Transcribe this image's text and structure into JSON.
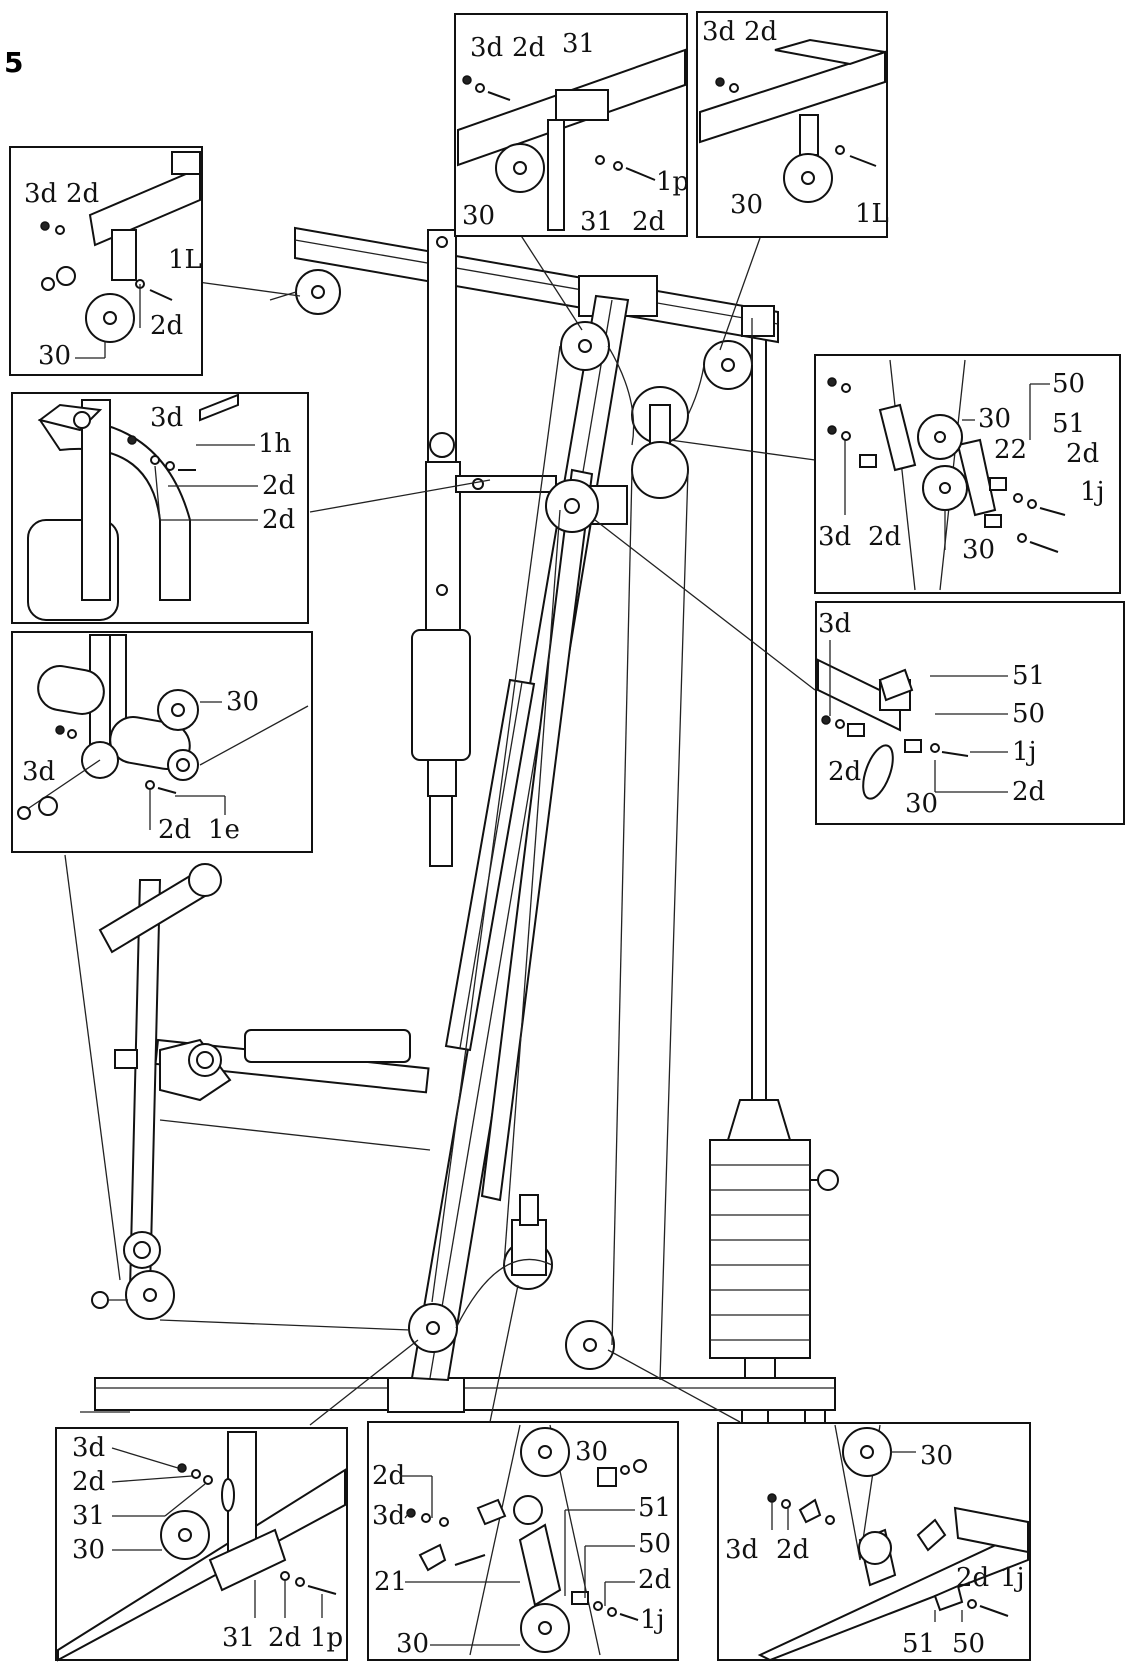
{
  "step_number": "5",
  "callouts": {
    "top_left": [
      "3d",
      "2d",
      "1L",
      "2d",
      "30"
    ],
    "top_mid": [
      "3d",
      "2d",
      "31",
      "1p",
      "30",
      "31",
      "2d"
    ],
    "top_right": [
      "3d",
      "2d",
      "30",
      "1L"
    ],
    "seat_arm": [
      "3d",
      "1h",
      "2d",
      "2d"
    ],
    "leg_roller": [
      "30",
      "3d",
      "2d",
      "1e"
    ],
    "right_upper": [
      "50",
      "30",
      "51",
      "22",
      "2d",
      "1j",
      "3d",
      "2d",
      "30"
    ],
    "right_mid": [
      "3d",
      "51",
      "50",
      "1j",
      "2d",
      "2d",
      "30"
    ],
    "bottom_left": [
      "3d",
      "2d",
      "31",
      "30",
      "31",
      "2d",
      "1p"
    ],
    "bottom_mid": [
      "2d",
      "30",
      "3d",
      "51",
      "50",
      "21",
      "2d",
      "1j",
      "30"
    ],
    "bottom_right": [
      "30",
      "3d",
      "2d",
      "2d",
      "1j",
      "51",
      "50"
    ]
  }
}
